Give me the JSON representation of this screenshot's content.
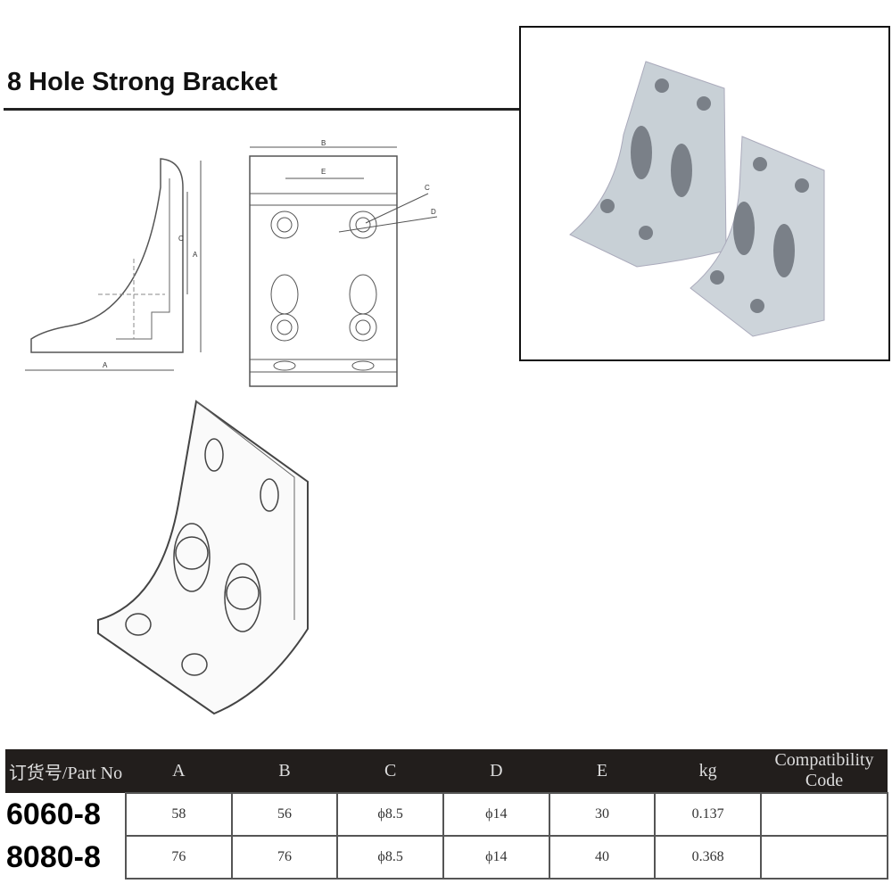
{
  "title": "8 Hole Strong Bracket",
  "drawing_labels": {
    "side_c": "C",
    "side_a_vertical": "A",
    "side_a_bottom": "A",
    "front_b": "B",
    "front_e": "E",
    "front_c": "C",
    "front_d": "D"
  },
  "table": {
    "headers": [
      "订货号/Part No",
      "A",
      "B",
      "C",
      "D",
      "E",
      "kg",
      "Compatibility Code"
    ],
    "rows": [
      {
        "part_no": "6060-8",
        "a": "58",
        "b": "56",
        "c": "ϕ8.5",
        "d": "ϕ14",
        "e": "30",
        "kg": "0.137",
        "code": ""
      },
      {
        "part_no": "8080-8",
        "a": "76",
        "b": "76",
        "c": "ϕ8.5",
        "d": "ϕ14",
        "e": "40",
        "kg": "0.368",
        "code": ""
      }
    ]
  }
}
